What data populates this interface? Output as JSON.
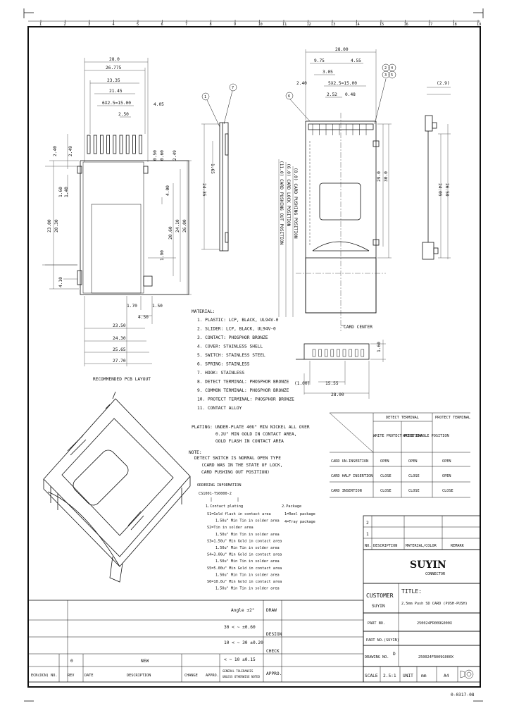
{
  "ruler": {
    "top_numbers": [
      "1",
      "2",
      "3",
      "4",
      "5",
      "6",
      "7",
      "8",
      "9",
      "10",
      "11",
      "12",
      "13",
      "14",
      "15",
      "16",
      "17",
      "18",
      "19"
    ]
  },
  "pcb_layout": {
    "title": "RECOMMENDED PCB LAYOUT",
    "top_dims": [
      "28.0",
      "26.775",
      "23.35",
      "21.45",
      "6X2.5=15.00",
      "2.50",
      "4.05"
    ],
    "left_dims": [
      "2.40",
      "2.49",
      "1.60",
      "1.40",
      "4.10"
    ],
    "left_outer": [
      "23.00",
      "20.30"
    ],
    "right_dims": [
      "2.49",
      "0.50",
      "4.00",
      "0.60",
      "1.90"
    ],
    "right_outer": [
      "20.60",
      "24.10",
      "26.00"
    ],
    "bottom_small": [
      "1.70",
      "1.50",
      "4.50"
    ],
    "bottom_dims": [
      "23.50",
      "24.30",
      "25.65",
      "27.70"
    ]
  },
  "side_view": {
    "balloons": [
      "1",
      "7"
    ],
    "dims": [
      "1.65",
      "24.35"
    ]
  },
  "top_view": {
    "top_dims": [
      "28.00",
      "9.75",
      "4.55",
      "3.05",
      "5X2.5=15.00",
      "2.52",
      "2.40",
      "0.48"
    ],
    "balloons": [
      "6",
      "2",
      "4",
      "3",
      "5"
    ],
    "right_dims": [
      "29.0",
      "30.0"
    ],
    "positions": [
      "(11.0) CARD PUSHING OUT POSITION",
      "(6.0) CARD LOCK POSITION",
      "(8.0) CARD PUSHING POSITION"
    ],
    "card_center": "CARD CENTER"
  },
  "right_view": {
    "dims": [
      "(2.9)",
      "24.05",
      "26.50"
    ]
  },
  "front_view": {
    "dims": [
      "1.60",
      "(1.00)",
      "15.55",
      "28.00"
    ]
  },
  "material": {
    "title": "MATERIAL:",
    "items": [
      "1. PLASTIC: LCP, BLACK, UL94V-0",
      "2. SLIDER: LCP, BLACK, UL94V-0",
      "3. CONTACT: PHOSPHOR BRONZE",
      "4. COVER: STAINLESS SHELL",
      "5. SWITCH: STAINLESS STEEL",
      "6. SPRING: STAINLESS",
      "7. HOOK: STAINLESS",
      "8. DETECT TERMINAL: PHOSPHOR BRONZE",
      "9. COMMON TERMINAL: PHOSPHOR BRONZE",
      "10. PROTECT TERMINAL: PHOSPHOR BRONZE",
      "11. CONTACT ALLOY"
    ],
    "plating": [
      "PLATING: UNDER-PLATE 40U\" MIN NICKEL ALL OVER",
      "0.2U\" MIN GOLD IN CONTACT AREA,",
      "GOLD FLASH IN CONTACT AREA"
    ],
    "note_title": "NOTE:",
    "notes": [
      "DETECT SWITCH IS NORMAL OPEN TYPE",
      "(CARD WAS IN THE STATE OF LOCK,",
      "CARD PUSHING OUT POSITION)"
    ],
    "ordering_title": "ORDERING INFORMATION",
    "ordering_code": "CS1001-TS0000-2",
    "contact_plating_title": "1.Contact plating",
    "contact_plating": [
      "S1=Gold flash in contact area",
      "1.50u\" Min Tin in solder area",
      "S2=Tin in solder area",
      "1.50u\" Min Tin in solder area",
      "S3=1.50u\" Min Gold in contact area",
      "1.50u\" Min Tin in solder area",
      "S4=3.00u\" Min Gold in contact area",
      "1.50u\" Min Tin in solder area",
      "S5=5.00u\" Min Gold in contact area",
      "1.50u\" Min Tin in solder area",
      "S6=10.0u\" Min Gold in contact area",
      "1.50u\" Min Tin in solder area"
    ],
    "package_title": "2.Package",
    "package": [
      "1=Reel package",
      "4=Tray package"
    ]
  },
  "switch_table": {
    "headers": [
      "DETECT TERMINAL",
      "PROTECT TERMINAL"
    ],
    "subheaders": [
      "WRITE PROTECT POSITION",
      "WRITE ENABLE POSITION"
    ],
    "rows": [
      {
        "label": "CARD UN-INSERTION",
        "c1": "OPEN",
        "c2": "OPEN",
        "c3": "OPEN"
      },
      {
        "label": "CARD HALF INSERTION",
        "c1": "CLOSE",
        "c2": "CLOSE",
        "c3": "OPEN"
      },
      {
        "label": "CARD INSERTION",
        "c1": "CLOSE",
        "c2": "CLOSE",
        "c3": "CLOSE"
      }
    ]
  },
  "title_block": {
    "rev_number": "2",
    "rev_number_1": "1",
    "rev_header": [
      "NO.",
      "DESCRIPTION",
      "MATERIAL/COLOR",
      "REMARK"
    ],
    "company": "SUYIN",
    "company_sub": "CONNECTOR",
    "customer_label": "CUSTOMER",
    "customer_value": "SUYIN",
    "title_label": "TITLE:",
    "title_value": "2.5mm Push SD CARD (PUSH-PUSH)",
    "part_no_label": "PART NO.",
    "part_no_value": "250024FR009G000X",
    "part_no_suyin_label": "PART NO.(SUYIN)",
    "drawing_no_label": "DRAWING NO.",
    "drawing_no_frac": "D",
    "drawing_no_value": "250024FR009G000X",
    "scale_label": "SCALE",
    "scale_value": "2.5:1",
    "unit_label": "UNIT",
    "unit_value": "mm",
    "size_value": "A4",
    "tolerance_header": "Angle  ±2°",
    "tolerances": [
      "30 < ~ ±0.60",
      "10 < ~ 30 ±0.20",
      "< ~ 10 ±0.15"
    ],
    "side_labels": [
      "DRAW",
      "DESIGN",
      "CHECK",
      "APPRO."
    ],
    "ecn_row": [
      "ECN(DCN) NO.",
      "REV",
      "DATE",
      "DESCRIPTION",
      "CHANGE",
      "APPRO."
    ],
    "rev_row_num": "0",
    "rev_row_desc": "NEW",
    "general_note": [
      "GENERAL TOLERANCES",
      "UNLESS OTHERWISE NOTED"
    ],
    "footer_code": "0-0317-08"
  }
}
